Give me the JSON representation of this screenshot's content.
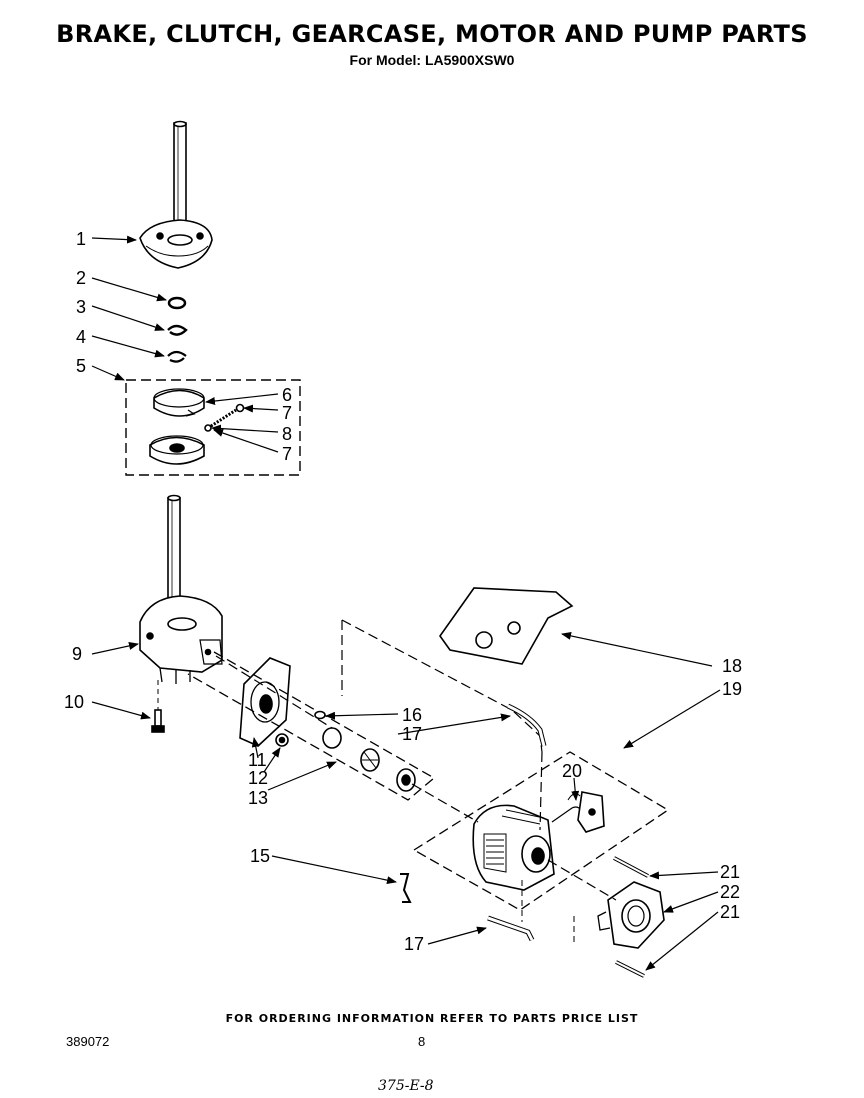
{
  "header": {
    "title": "BRAKE, CLUTCH, GEARCASE, MOTOR AND PUMP PARTS",
    "model": "For Model: LA5900XSW0"
  },
  "callouts": {
    "c1": "1",
    "c2": "2",
    "c3": "3",
    "c4": "4",
    "c5": "5",
    "c6": "6",
    "c7a": "7",
    "c8": "8",
    "c7b": "7",
    "c9": "9",
    "c10": "10",
    "c11": "11",
    "c12": "12",
    "c13": "13",
    "c15": "15",
    "c16": "16",
    "c17a": "17",
    "c17b": "17",
    "c18": "18",
    "c19": "19",
    "c20": "20",
    "c21a": "21",
    "c22": "22",
    "c21b": "21"
  },
  "footer": {
    "note": "FOR ORDERING INFORMATION REFER TO PARTS PRICE LIST",
    "doc_number": "389072",
    "page": "8",
    "handwritten": "375-E-8"
  }
}
